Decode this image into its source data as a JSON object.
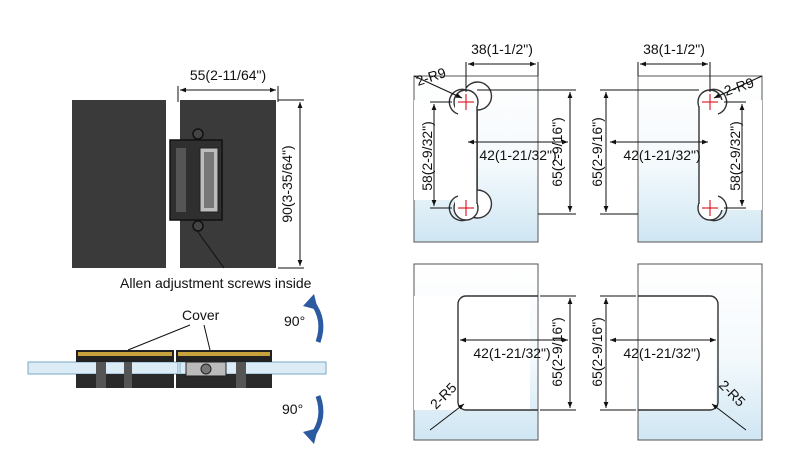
{
  "hinge": {
    "width_dim": "55(2-11/64\")",
    "height_dim": "90(3-35/64\")",
    "screws_note": "Allen adjustment screws inside"
  },
  "section": {
    "cover_label": "Cover",
    "angle_top": "90°",
    "angle_bottom": "90°"
  },
  "cutouts": {
    "top_width": "38(1-1/2\")",
    "radius_large": "2-R9",
    "hole_spacing": "58(2-9/32\")",
    "offset": "42(1-21/32\")",
    "height": "65(2-9/16\")",
    "radius_small": "2-R5"
  },
  "colors": {
    "glass": "#cfe6f3",
    "metal": "#333333",
    "arrow": "#2c5aa0",
    "crosshair": "#e0202a"
  }
}
